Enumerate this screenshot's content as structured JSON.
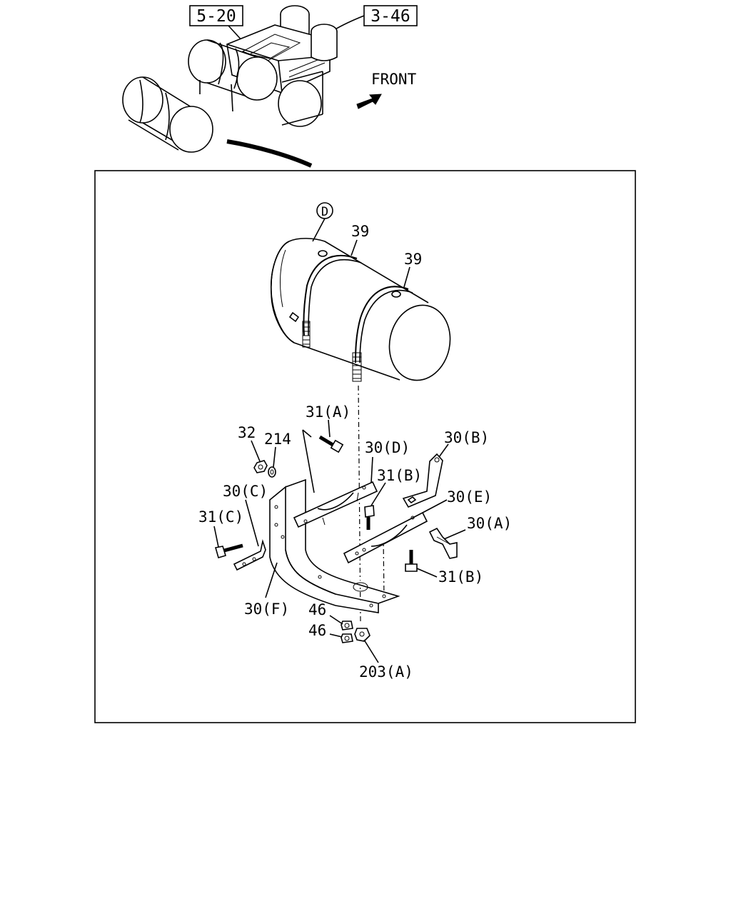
{
  "overview": {
    "ref_left": "5-20",
    "ref_right": "3-46",
    "front_label": "FRONT"
  },
  "callouts": {
    "circle_d": "D",
    "band_upper": "39",
    "band_lower": "39",
    "bolt_31a": "31(A)",
    "nut_32": "32",
    "washer_214": "214",
    "bracket_30d": "30(D)",
    "bracket_30b": "30(B)",
    "bolt_31b_upper": "31(B)",
    "bracket_30e": "30(E)",
    "bracket_30c": "30(C)",
    "bracket_30a": "30(A)",
    "bolt_31c": "31(C)",
    "bolt_31b_lower": "31(B)",
    "bracket_30f": "30(F)",
    "nut_46_upper": "46",
    "nut_46_lower": "46",
    "nut_203a": "203(A)"
  }
}
